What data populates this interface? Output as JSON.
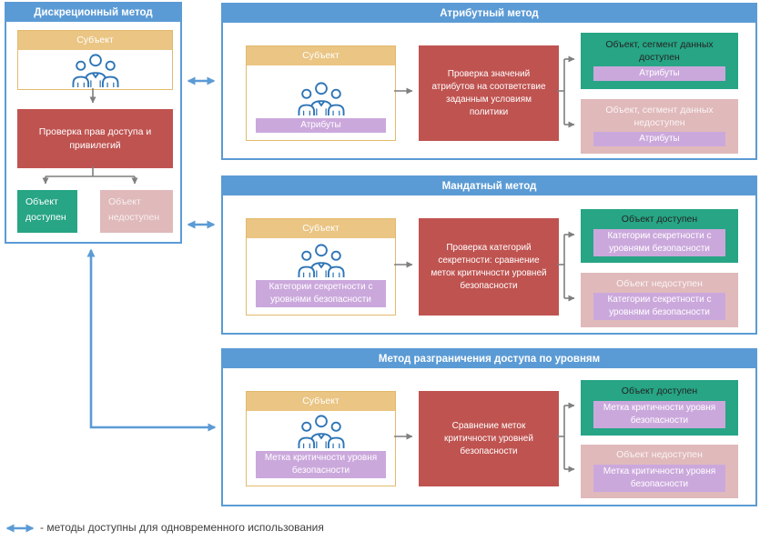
{
  "colors": {
    "accent_blue": "#5B9BD5",
    "header_tan": "#EAC583",
    "check_red": "#BF5350",
    "allowed_green": "#27A585",
    "denied_pink": "#E0B9BB",
    "tag_purple": "#CBA8DC",
    "icon_blue": "#2E75B6",
    "connector_gray": "#7F7F7F"
  },
  "panels": {
    "discretionary": {
      "title": "Дискреционный метод",
      "subject_title": "Субъект",
      "check_text": "Проверка прав доступа и привилегий",
      "allowed_title": "Объект доступен",
      "denied_title": "Объект недоступен"
    },
    "attribute": {
      "title": "Атрибутный метод",
      "subject_title": "Субъект",
      "subject_tag": "Атрибуты",
      "check_text": "Проверка значений атрибутов на соответствие заданным условиям политики",
      "allowed_title": "Объект, сегмент данных доступен",
      "allowed_tag": "Атрибуты",
      "denied_title": "Объект, сегмент данных недоступен",
      "denied_tag": "Атрибуты"
    },
    "mandatory": {
      "title": "Мандатный метод",
      "subject_title": "Субъект",
      "subject_tag": "Категории секретности с уровнями безопасности",
      "check_text": "Проверка категорий секретности: сравнение меток критичности уровней безопасности",
      "allowed_title": "Объект доступен",
      "allowed_tag": "Категории секретности с уровнями безопасности",
      "denied_title": "Объект недоступен",
      "denied_tag": "Категории секретности с уровнями безопасности"
    },
    "levels": {
      "title": "Метод разграничения доступа по уровням",
      "subject_title": "Субъект",
      "subject_tag": "Метка критичности уровня безопасности",
      "check_text": "Сравнение меток критичности уровней безопасности",
      "allowed_title": "Объект доступен",
      "allowed_tag": "Метка критичности уровня безопасности",
      "denied_title": "Объект недоступен",
      "denied_tag": "Метка критичности уровня безопасности"
    }
  },
  "legend": {
    "label": "- методы доступны для одновременного использования"
  }
}
